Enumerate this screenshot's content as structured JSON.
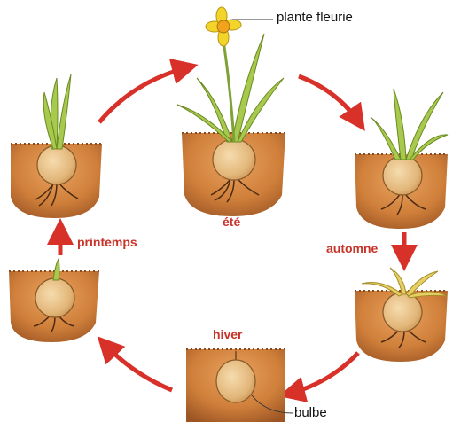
{
  "labels": {
    "flowering_plant": "plante fleurie",
    "summer": "été",
    "autumn": "automne",
    "winter": "hiver",
    "spring": "printemps",
    "bulb": "bulbe"
  },
  "cycle_order": [
    "été",
    "automne",
    "hiver",
    "printemps"
  ],
  "colors": {
    "season_text": "#c8332a",
    "arrow": "#d8312a",
    "soil": "#cf7f3a",
    "soil_dark": "#8a4a1c",
    "bulb": "#e6c18a",
    "leaf": "#a6c94e",
    "flower": "#f2d42a"
  }
}
